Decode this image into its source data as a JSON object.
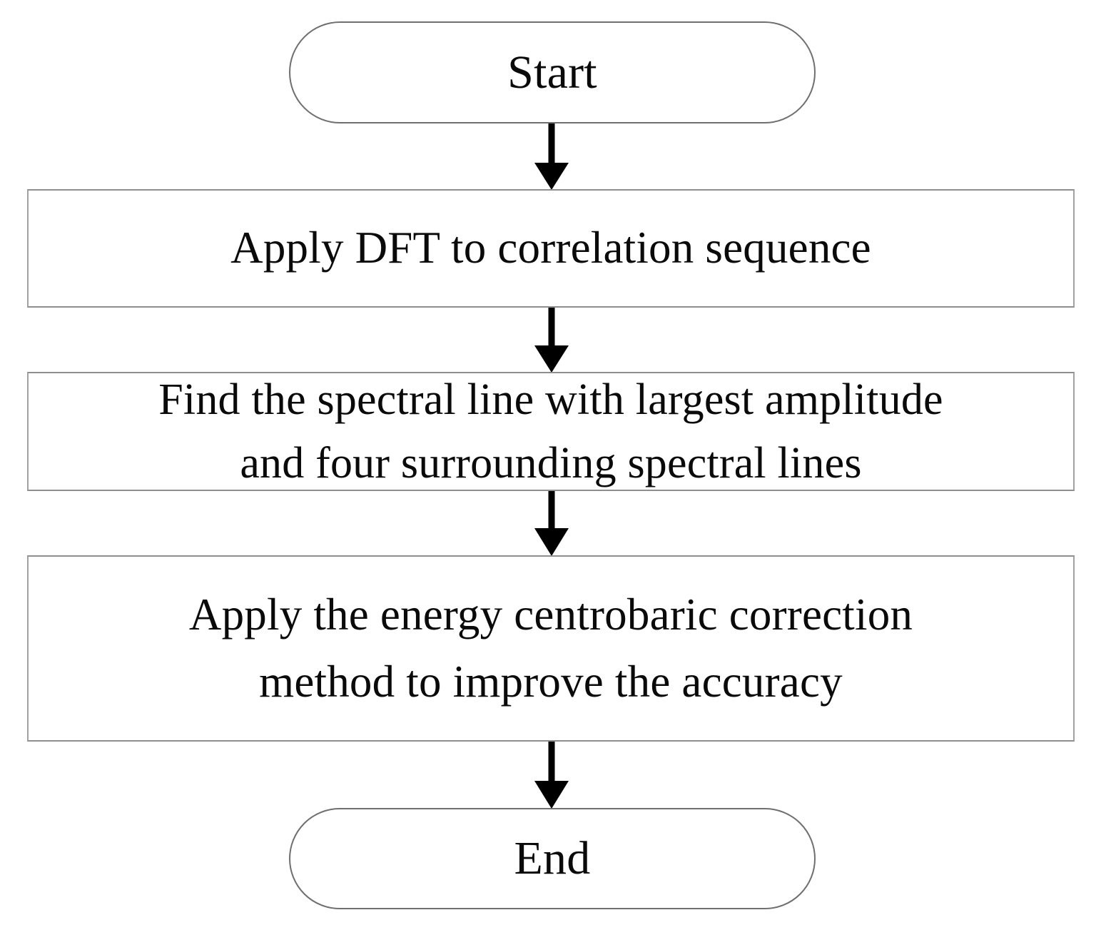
{
  "diagram": {
    "title": "DFT correlation-sequence frequency estimation flowchart",
    "background_color": "#ffffff",
    "node_border_color": "#9a9a9a",
    "connector_color": "#000000",
    "text_color": "#0a0a0a",
    "nodes": [
      {
        "id": "start",
        "shape": "terminator",
        "label": "Start"
      },
      {
        "id": "dft",
        "shape": "process",
        "label": "Apply DFT to correlation sequence"
      },
      {
        "id": "find",
        "shape": "process",
        "label": "Find the spectral line with largest amplitude\nand four surrounding spectral lines"
      },
      {
        "id": "correct",
        "shape": "process",
        "label": "Apply the energy centrobaric correction\nmethod to improve the accuracy"
      },
      {
        "id": "end",
        "shape": "terminator",
        "label": "End"
      }
    ],
    "connectors": [
      {
        "id": "start-to-dft",
        "from": "start",
        "to": "dft",
        "arrow": "down",
        "label": ""
      },
      {
        "id": "dft-to-find",
        "from": "dft",
        "to": "find",
        "arrow": "down",
        "label": ""
      },
      {
        "id": "find-to-correct",
        "from": "find",
        "to": "correct",
        "arrow": "down",
        "label": ""
      },
      {
        "id": "correct-to-end",
        "from": "correct",
        "to": "end",
        "arrow": "down",
        "label": ""
      }
    ]
  }
}
